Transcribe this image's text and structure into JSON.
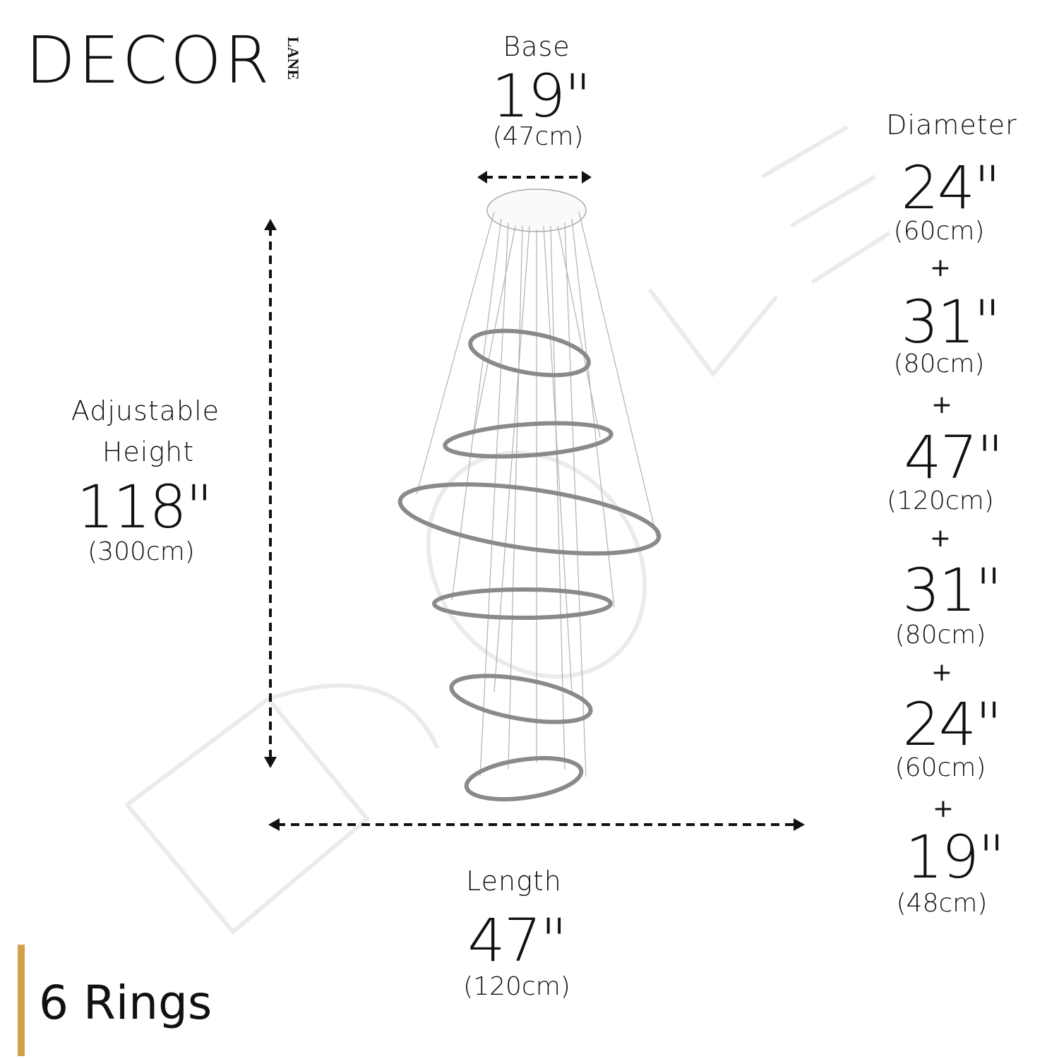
{
  "brand": {
    "name": "DECOR",
    "sub": "LANE"
  },
  "base": {
    "label": "Base",
    "inches": "19\"",
    "cm": "(47cm)"
  },
  "height": {
    "label_line1": "Adjustable",
    "label_line2": "Height",
    "inches": "118\"",
    "cm": "(300cm)"
  },
  "length": {
    "label": "Length",
    "inches": "47\"",
    "cm": "(120cm)"
  },
  "diameter": {
    "label": "Diameter",
    "plus": "+",
    "items": [
      {
        "inches": "24\"",
        "cm": "(60cm)"
      },
      {
        "inches": "31\"",
        "cm": "(80cm)"
      },
      {
        "inches": "47\"",
        "cm": "(120cm)"
      },
      {
        "inches": "31\"",
        "cm": "(80cm)"
      },
      {
        "inches": "24\"",
        "cm": "(60cm)"
      },
      {
        "inches": "19\"",
        "cm": "(48cm)"
      }
    ]
  },
  "rings_count": "6 Rings",
  "colors": {
    "accent": "#d4a04a",
    "text": "#111111",
    "watermark": "#ececec"
  }
}
